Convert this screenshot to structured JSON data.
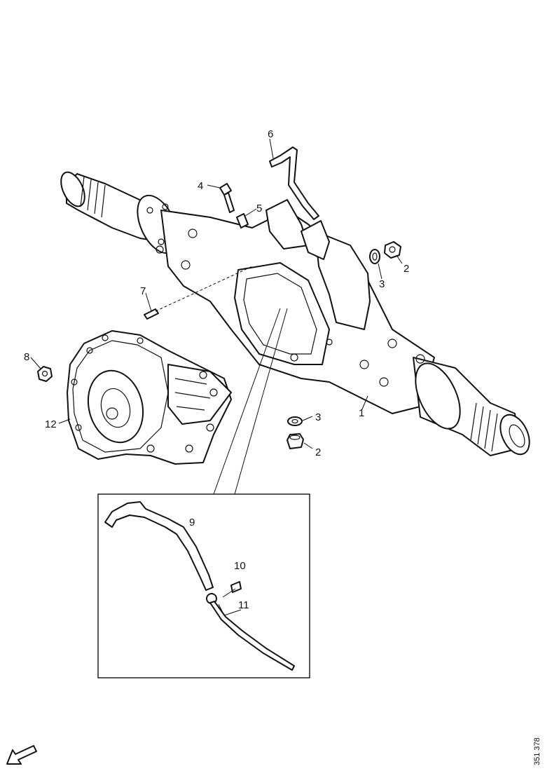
{
  "callouts": {
    "c1": "1",
    "c2a": "2",
    "c2b": "2",
    "c3a": "3",
    "c3b": "3",
    "c4": "4",
    "c5": "5",
    "c6": "6",
    "c7": "7",
    "c8": "8",
    "c9": "9",
    "c10": "10",
    "c11": "11",
    "c12": "12"
  },
  "drawing_code": "351 378",
  "icons": {
    "direction": "direction-arrow-icon"
  }
}
